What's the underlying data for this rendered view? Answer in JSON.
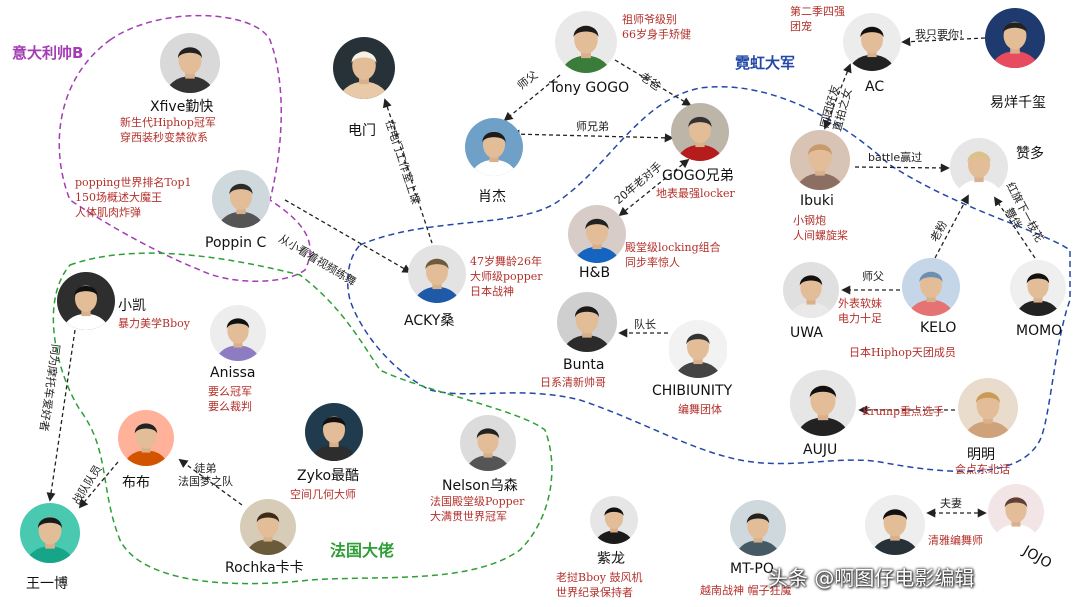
{
  "groups": {
    "italy": {
      "label": "意大利帅B",
      "color": "#a33cb5"
    },
    "neon": {
      "label": "霓虹大军",
      "color": "#2448a8"
    },
    "france": {
      "label": "法国大佬",
      "color": "#2f9e36"
    }
  },
  "people": {
    "xfive": {
      "name": "Xfive勤快",
      "desc": [
        "新生代Hiphop冠军",
        "穿西装秒变禁欲系"
      ]
    },
    "poppinc": {
      "name": "Poppin C",
      "desc": [
        "popping世界排名Top1",
        "150场概述大魔王",
        "人体肌肉炸弹"
      ]
    },
    "dianmen": {
      "name": "电门",
      "desc": []
    },
    "tonygogo": {
      "name": "Tony GOGO",
      "desc": [
        "祖师爷级别",
        "66岁身手矫健"
      ]
    },
    "xiaojie": {
      "name": "肖杰",
      "desc": []
    },
    "gogo": {
      "name": "GOGO兄弟",
      "desc": [
        "地表最强locker"
      ]
    },
    "hb": {
      "name": "H&B",
      "desc": [
        "殿堂级locking组合",
        "同步率惊人"
      ]
    },
    "acky": {
      "name": "ACKY桑",
      "desc": [
        "47岁舞龄26年",
        "大师级popper",
        "日本战神"
      ]
    },
    "bunta": {
      "name": "Bunta",
      "desc": [
        "日系清新帅哥"
      ]
    },
    "chibi": {
      "name": "CHIBIUNITY",
      "desc": [
        "编舞团体"
      ]
    },
    "ac": {
      "name": "AC",
      "desc": [
        "第二季四强",
        "团宠"
      ]
    },
    "yiyang": {
      "name": "易烊千玺",
      "desc": []
    },
    "ibuki": {
      "name": "Ibuki",
      "desc": [
        "小钢炮",
        "人间螺旋桨"
      ]
    },
    "zanduo": {
      "name": "赞多",
      "desc": []
    },
    "uwa": {
      "name": "UWA",
      "desc": []
    },
    "kelo": {
      "name": "KELO",
      "desc": [
        "外表软妹",
        "电力十足"
      ]
    },
    "momo": {
      "name": "MOMO",
      "desc": []
    },
    "kelo_group": {
      "desc": [
        "日本Hiphop天团成员"
      ]
    },
    "auju": {
      "name": "AUJU",
      "desc": []
    },
    "mingming": {
      "name": "明明",
      "desc": [
        "会点东北话"
      ]
    },
    "xiaokai": {
      "name": "小凯",
      "desc": [
        "暴力美学Bboy"
      ]
    },
    "anissa": {
      "name": "Anissa",
      "desc": [
        "要么冠军",
        "要么裁判"
      ]
    },
    "bubu": {
      "name": "布布",
      "desc": []
    },
    "zyko": {
      "name": "Zyko最酷",
      "desc": [
        "空间几何大师"
      ]
    },
    "nelson": {
      "name": "Nelson乌森",
      "desc": [
        "法国殿堂级Popper",
        "大满贯世界冠军"
      ]
    },
    "rochka": {
      "name": "Rochka卡卡",
      "desc": []
    },
    "wangyibo": {
      "name": "王一博",
      "desc": []
    },
    "zilong": {
      "name": "紫龙",
      "desc": [
        "老挝Bboy 鼓风机",
        "世界纪录保持者"
      ]
    },
    "mtpo": {
      "name": "MT-PO",
      "desc": [
        "越南战神 帽子狂魔"
      ]
    },
    "qinyuan": {
      "name": "",
      "desc": []
    },
    "jojo": {
      "name": "JOJO",
      "desc": [
        "清雅编舞师"
      ]
    }
  },
  "relations": {
    "poppinc_acky": [
      "从小看着视频练舞"
    ],
    "dianmen_acky": [
      "在电门工作室上课"
    ],
    "tony_xiaojie": [
      "师父"
    ],
    "tony_gogo": [
      "老爸"
    ],
    "gogo_xiaojie": [
      "师兄弟"
    ],
    "gogo_hb": [
      "20年老对手"
    ],
    "yiyang_ac": [
      "我只要你!"
    ],
    "ac_ibuki": [
      "同团好友",
      "直拍之女"
    ],
    "ibuki_zanduo": [
      "battle赢过"
    ],
    "kelo_zanduo": [
      "老粉"
    ],
    "momo_zanduo": [
      "红旗下一枝花",
      "舞伴"
    ],
    "kelo_uwa": [
      "师父"
    ],
    "chibi_bunta": [
      "队长"
    ],
    "mingming_auju": [
      "Krump重点选手"
    ],
    "jojo_qinyuan": [
      "夫妻"
    ],
    "xiaokai_wangyibo": [
      "同为摩托车爱好者"
    ],
    "bubu_wangyibo": [
      "战队队员"
    ],
    "rochka_bubu": [
      "徒弟",
      "法国梦之队"
    ]
  },
  "watermark": "头条 @啊图仔电影编辑"
}
